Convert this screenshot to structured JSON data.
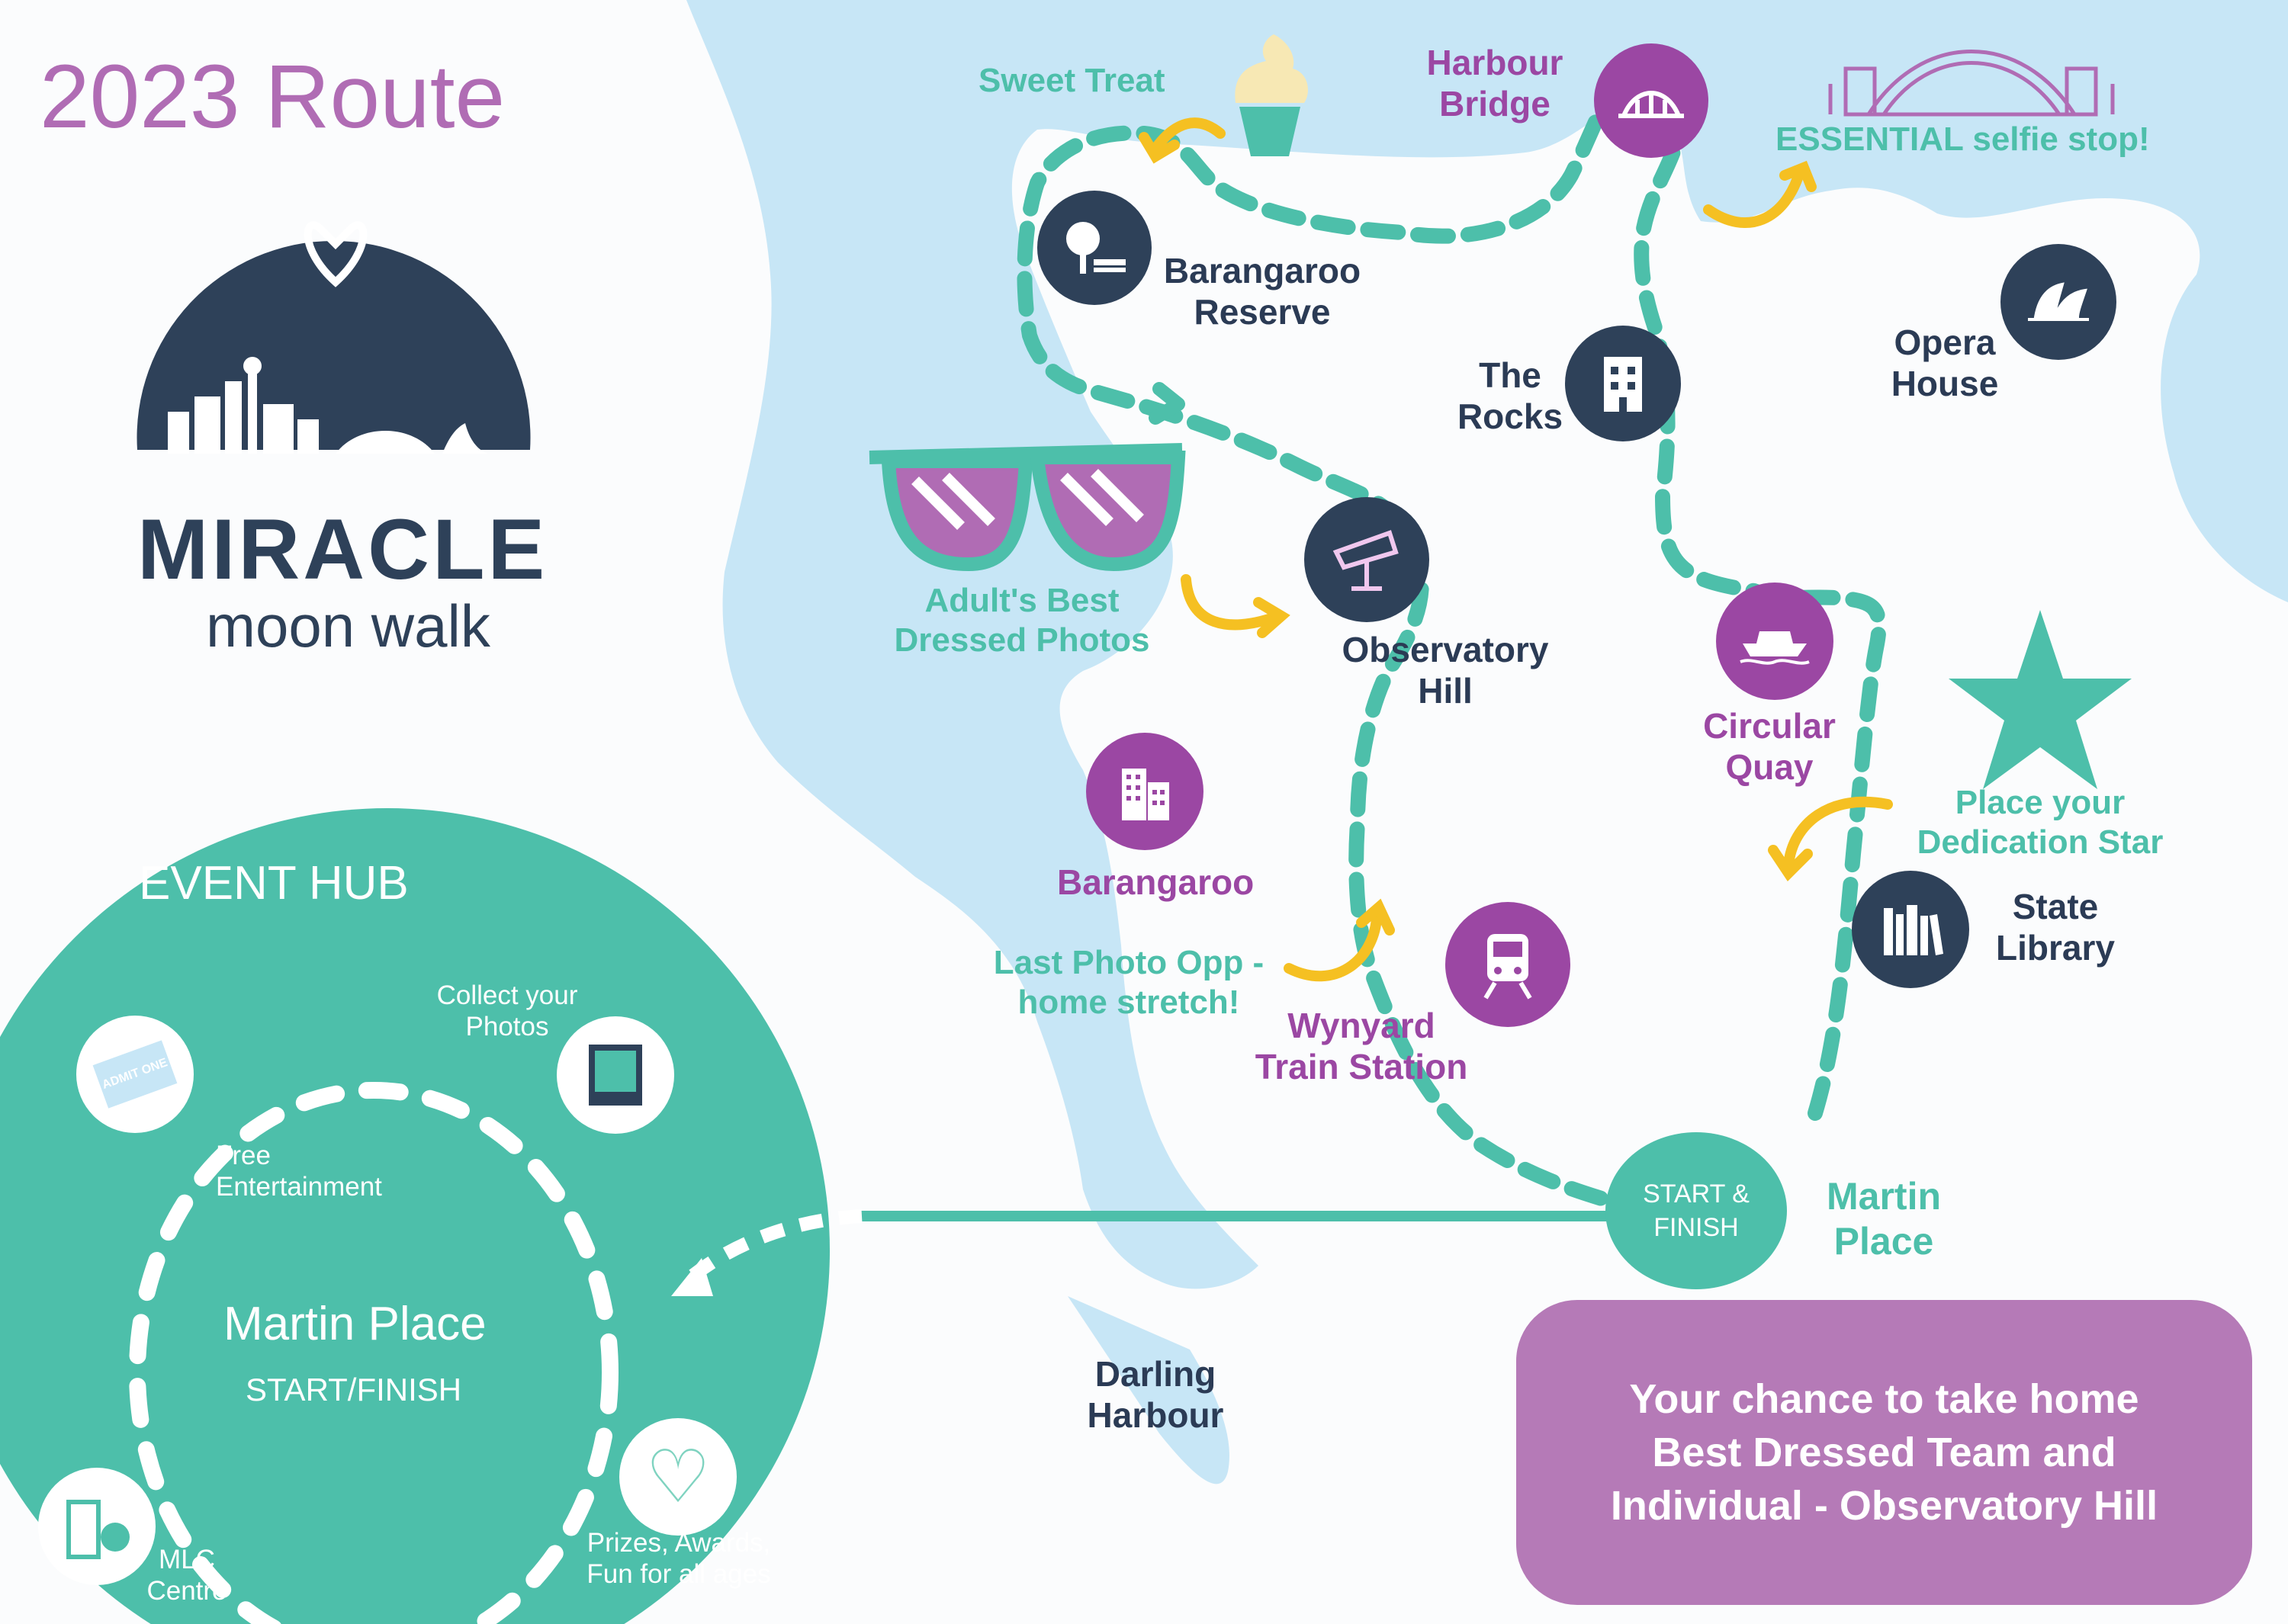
{
  "title": "2023 Route",
  "logo": {
    "line1": "MIRACLE",
    "line2": "moon walk"
  },
  "event_hub": {
    "heading": "EVENT HUB",
    "center_title": "Martin Place",
    "center_sub": "START/FINISH",
    "collect_photos": "Collect your Photos",
    "free_entertainment": "Free Entertainment",
    "mlc_centre": "MLC Centre",
    "prizes": "Prizes, Awards, Fun for all ages",
    "ticket_text": "ADMIT ONE"
  },
  "locations": {
    "harbour_bridge": "Harbour Bridge",
    "barangaroo_reserve": "Barangaroo Reserve",
    "the_rocks": "The Rocks",
    "opera_house": "Opera House",
    "observatory_hill": "Observatory Hill",
    "circular_quay": "Circular Quay",
    "barangaroo": "Barangaroo",
    "state_library": "State Library",
    "wynyard": "Wynyard Train Station",
    "martin_place": "Martin Place",
    "darling_harbour": "Darling Harbour",
    "start_finish": "START & FINISH"
  },
  "callouts": {
    "sweet_treat": "Sweet Treat",
    "selfie_stop": "ESSENTIAL selfie stop!",
    "best_dressed_photos": "Adult's Best Dressed Photos",
    "dedication_star": "Place your Dedication Star",
    "last_photo": "Last Photo Opp - home stretch!"
  },
  "banner": "Your chance to take home Best Dressed Team and Individual - Observatory Hill",
  "colors": {
    "water": "#c7e6f6",
    "teal": "#4dbfaa",
    "navy": "#2e4159",
    "purple": "#9b47a3",
    "purple_title": "#b06cb4",
    "banner": "#b57ab7",
    "arrow": "#f5c022"
  }
}
